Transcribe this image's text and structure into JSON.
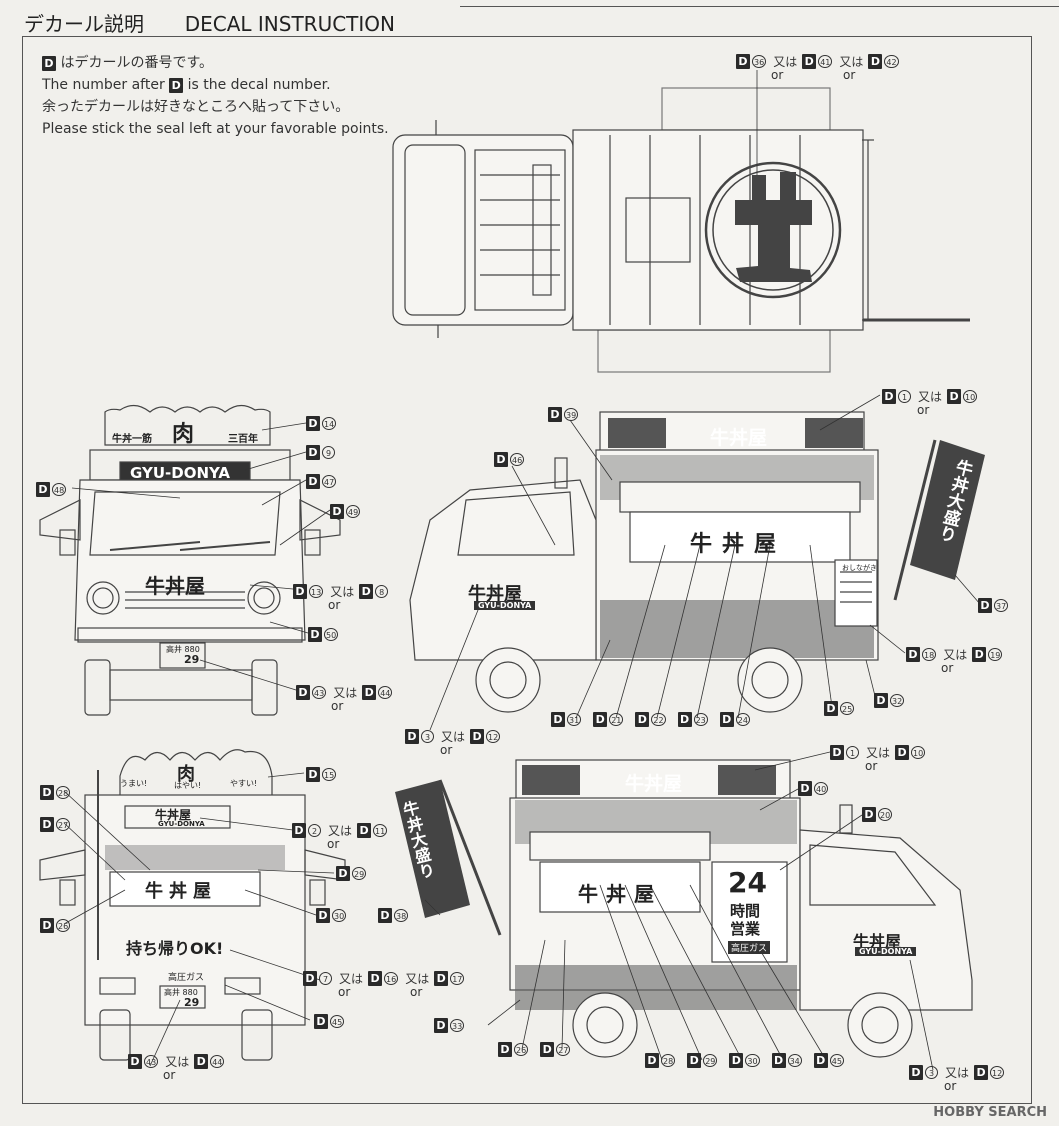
{
  "header": {
    "title_jp": "デカール説明",
    "title_en": "DECAL INSTRUCTION"
  },
  "notes": {
    "line1_suffix": "はデカールの番号です。",
    "line2_prefix": "The number after",
    "line2_suffix": "is the decal number.",
    "line3": "余ったデカールは好きなところへ貼って下さい。",
    "line4": "Please stick the seal left at your favorable points."
  },
  "decal_marker": "D",
  "or_jp": "又は",
  "or_en": "or",
  "truck_text": {
    "gyudonya": "GYU-DONYA",
    "gyudonya_front": "GYU-DONYA",
    "gyudon": "牛丼屋",
    "niku": "肉",
    "gyudon_ichisuji": "牛丼一筋",
    "sanbyakunen": "三百年",
    "umai": "うまい!",
    "hayai": "はやい!",
    "yasui": "やすい!",
    "takeout": "持ち帰りOK!",
    "banner": "牛丼大盛り",
    "hours_num": "24",
    "hours_text1": "時間",
    "hours_text2": "営業",
    "gas": "高圧ガス",
    "plate_top": "高井 880",
    "plate_num": "29",
    "menu_title": "おしながき"
  },
  "labels": [
    {
      "id": "l36",
      "nums": [
        "36",
        "41",
        "42"
      ]
    },
    {
      "id": "l14",
      "nums": [
        "14"
      ]
    },
    {
      "id": "l9",
      "nums": [
        "9"
      ]
    },
    {
      "id": "l48",
      "nums": [
        "48"
      ]
    },
    {
      "id": "l47",
      "nums": [
        "47"
      ]
    },
    {
      "id": "l49",
      "nums": [
        "49"
      ]
    },
    {
      "id": "l13",
      "nums": [
        "13",
        "8"
      ]
    },
    {
      "id": "l50",
      "nums": [
        "50"
      ]
    },
    {
      "id": "l43a",
      "nums": [
        "43",
        "44"
      ]
    },
    {
      "id": "l39",
      "nums": [
        "39"
      ]
    },
    {
      "id": "l46",
      "nums": [
        "46"
      ]
    },
    {
      "id": "l1a",
      "nums": [
        "1",
        "10"
      ]
    },
    {
      "id": "l37",
      "nums": [
        "37"
      ]
    },
    {
      "id": "l18",
      "nums": [
        "18",
        "19"
      ]
    },
    {
      "id": "l32",
      "nums": [
        "32"
      ]
    },
    {
      "id": "l25",
      "nums": [
        "25"
      ]
    },
    {
      "id": "l31",
      "nums": [
        "31",
        "21",
        "22",
        "23",
        "24"
      ]
    },
    {
      "id": "l3a",
      "nums": [
        "3",
        "12"
      ]
    },
    {
      "id": "l15",
      "nums": [
        "15"
      ]
    },
    {
      "id": "l28a",
      "nums": [
        "28"
      ]
    },
    {
      "id": "l27a",
      "nums": [
        "27"
      ]
    },
    {
      "id": "l2",
      "nums": [
        "2",
        "11"
      ]
    },
    {
      "id": "l29a",
      "nums": [
        "29"
      ]
    },
    {
      "id": "l30a",
      "nums": [
        "30"
      ]
    },
    {
      "id": "l26a",
      "nums": [
        "26"
      ]
    },
    {
      "id": "l7",
      "nums": [
        "7",
        "16",
        "17"
      ]
    },
    {
      "id": "l45a",
      "nums": [
        "45"
      ]
    },
    {
      "id": "l43b",
      "nums": [
        "43",
        "44"
      ]
    },
    {
      "id": "l1b",
      "nums": [
        "1",
        "10"
      ]
    },
    {
      "id": "l40",
      "nums": [
        "40"
      ]
    },
    {
      "id": "l20",
      "nums": [
        "20"
      ]
    },
    {
      "id": "l38",
      "nums": [
        "38"
      ]
    },
    {
      "id": "l33",
      "nums": [
        "33"
      ]
    },
    {
      "id": "l26b",
      "nums": [
        "26",
        "27"
      ]
    },
    {
      "id": "l28b",
      "nums": [
        "28",
        "29",
        "30",
        "34",
        "45"
      ]
    },
    {
      "id": "l3b",
      "nums": [
        "3",
        "12"
      ]
    }
  ],
  "watermark": "HOBBY SEARCH"
}
